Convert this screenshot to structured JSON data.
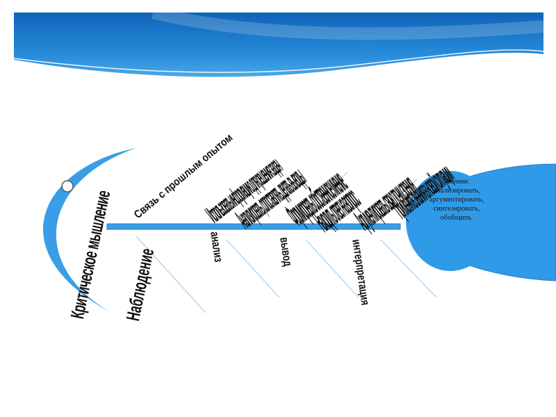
{
  "slide": {
    "main_title": "Критическое мышление",
    "branches": {
      "top": {
        "label": "Связь с прошлым опытом",
        "stacked_text": [
          "Использовать информацию для решения задач",
          "Анализировать, сопоставлять, делать выводы",
          "Формировать собственное мнение",
          "Находить ответ на вопрос",
          "Аргументировать свою точку зрения",
          "Применять знания в новой ситуации"
        ]
      },
      "bottom": [
        {
          "label": "Наблюдение"
        },
        {
          "label": "анализ"
        },
        {
          "label": "вывод"
        },
        {
          "label": "интерпретация"
        }
      ]
    },
    "head_text": "Умения: анализировать, аргументировать, синтезировать, обобщить.",
    "colors": {
      "banner_dark": "#1570c4",
      "banner_light": "#5ab4f0",
      "spine": "#3a9ee6",
      "head_fill": "#2f9ae8",
      "bone_lines": "#9fd0f0"
    }
  }
}
